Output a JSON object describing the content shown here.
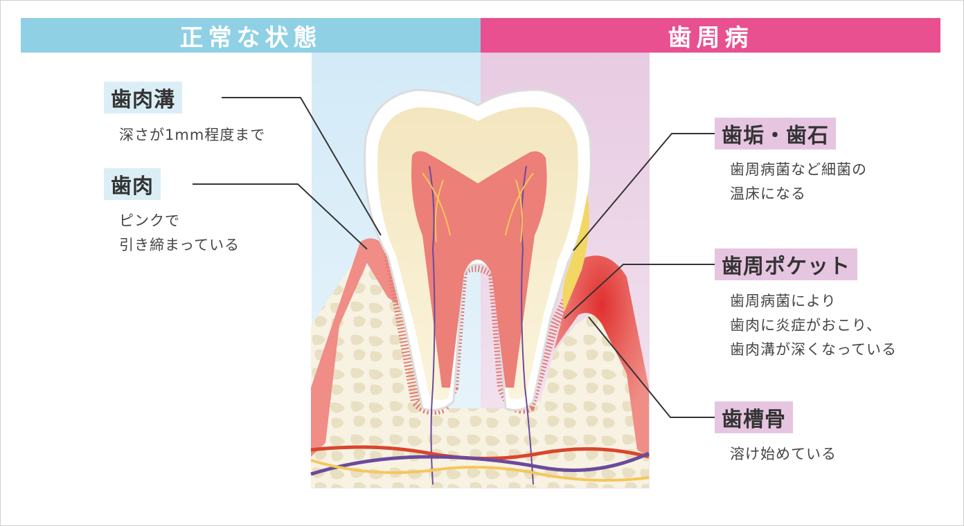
{
  "headers": {
    "normal": "正常な状態",
    "disease": "歯周病"
  },
  "labels": {
    "sulcus": {
      "title": "歯肉溝",
      "desc": "深さが1mm程度まで"
    },
    "gum": {
      "title": "歯肉",
      "desc": "ピンクで\n引き締まっている"
    },
    "plaque": {
      "title": "歯垢・歯石",
      "desc": "歯周病菌など細菌の\n温床になる"
    },
    "pocket": {
      "title": "歯周ポケット",
      "desc": "歯周病菌により\n歯肉に炎症がおこり、\n歯肉溝が深くなっている"
    },
    "bone": {
      "title": "歯槽骨",
      "desc": "溶け始めている"
    }
  },
  "colors": {
    "normal_header": "#8fd0e4",
    "disease_header": "#e8508f",
    "gum": "#ef8d86",
    "inflamed_gum": "#e0302e",
    "bone": "#f6f1e0",
    "pulp": "#ec7f78",
    "plaque": "#f2d762"
  }
}
